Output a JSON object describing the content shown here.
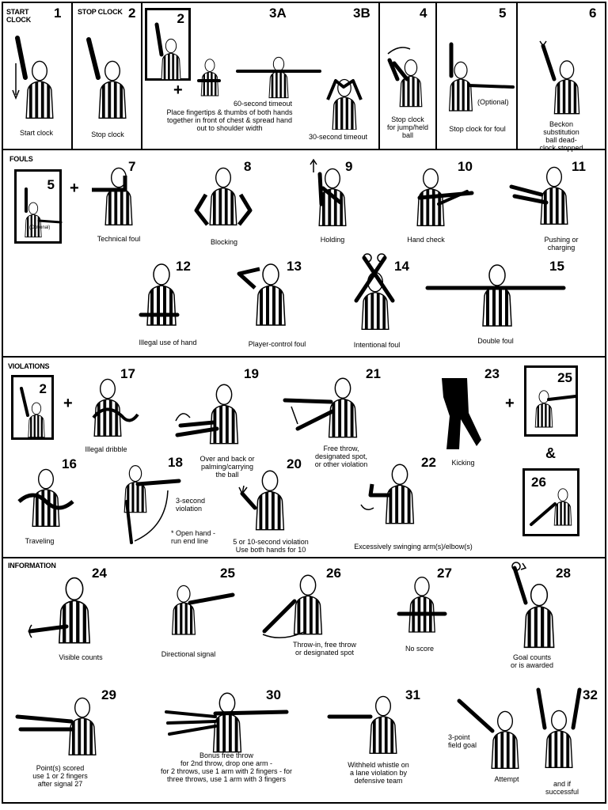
{
  "sections": {
    "start_clock": "START\nCLOCK",
    "stop_clock": "STOP CLOCK",
    "fouls": "FOULS",
    "violations": "VIOLATIONS",
    "information": "INFORMATION"
  },
  "row1": {
    "n1": "1",
    "c1": "Start clock",
    "n2": "2",
    "c2": "Stop clock",
    "n3a": "3A",
    "n3b": "3B",
    "c3a": "60-second timeout",
    "c3_desc": "Place fingertips & thumbs of both hands\ntogether in front of chest & spread hand\nout to shoulder width",
    "c3b": "30-second timeout",
    "n4": "4",
    "c4": "Stop clock\nfor jump/held\nball",
    "n5": "5",
    "c5": "Stop clock for foul",
    "opt5": "(Optional)",
    "n6": "6",
    "c6": "Beckon substitution\nball dead-clock stopped"
  },
  "fouls": {
    "n5": "5",
    "opt": "(Optional)",
    "n7": "7",
    "c7": "Technical foul",
    "n8": "8",
    "c8": "Blocking",
    "n9": "9",
    "c9": "Holding",
    "n10": "10",
    "c10": "Hand check",
    "n11": "11",
    "c11": "Pushing or charging",
    "n12": "12",
    "c12": "Illegal use of hand",
    "n13": "13",
    "c13": "Player-control foul",
    "n14": "14",
    "c14": "Intentional foul",
    "n15": "15",
    "c15": "Double foul"
  },
  "violations": {
    "n2": "2",
    "n17": "17",
    "c17": "Illegal dribble",
    "n19": "19",
    "c19": "Over and back or\npalming/carrying\nthe ball",
    "n21": "21",
    "c21": "Free throw,\ndesignated spot,\nor other violation",
    "n23": "23",
    "c23": "Kicking",
    "n25": "25",
    "amp": "&",
    "n26": "26",
    "n16": "16",
    "c16": "Traveling",
    "n18": "18",
    "c18a": "3-second\nviolation",
    "c18b": "* Open hand -\nrun end line",
    "n20": "20",
    "c20": "5 or 10-second violation\nUse both hands for 10",
    "n22": "22",
    "c22": "Excessively swinging arm(s)/elbow(s)"
  },
  "information": {
    "n24": "24",
    "c24": "Visible counts",
    "n25": "25",
    "c25": "Directional signal",
    "n26": "26",
    "c26": "Throw-in, free throw\nor designated spot",
    "n27": "27",
    "c27": "No score",
    "n28": "28",
    "c28": "Goal counts\nor is awarded",
    "n29": "29",
    "c29": "Point(s) scored\nuse 1 or 2 fingers\nafter signal 27",
    "n30": "30",
    "c30": "Bonus free throw\nfor 2nd throw, drop one arm -\nfor 2 throws, use 1 arm with 2 fingers - for\nthree throws, use 1 arm with 3 fingers",
    "n31": "31",
    "c31": "Withheld whistle on\na lane violation by\ndefensive team",
    "n32": "32",
    "c32a": "3-point\nfield goal",
    "c32b": "Attempt",
    "c32c": "and if successful"
  }
}
